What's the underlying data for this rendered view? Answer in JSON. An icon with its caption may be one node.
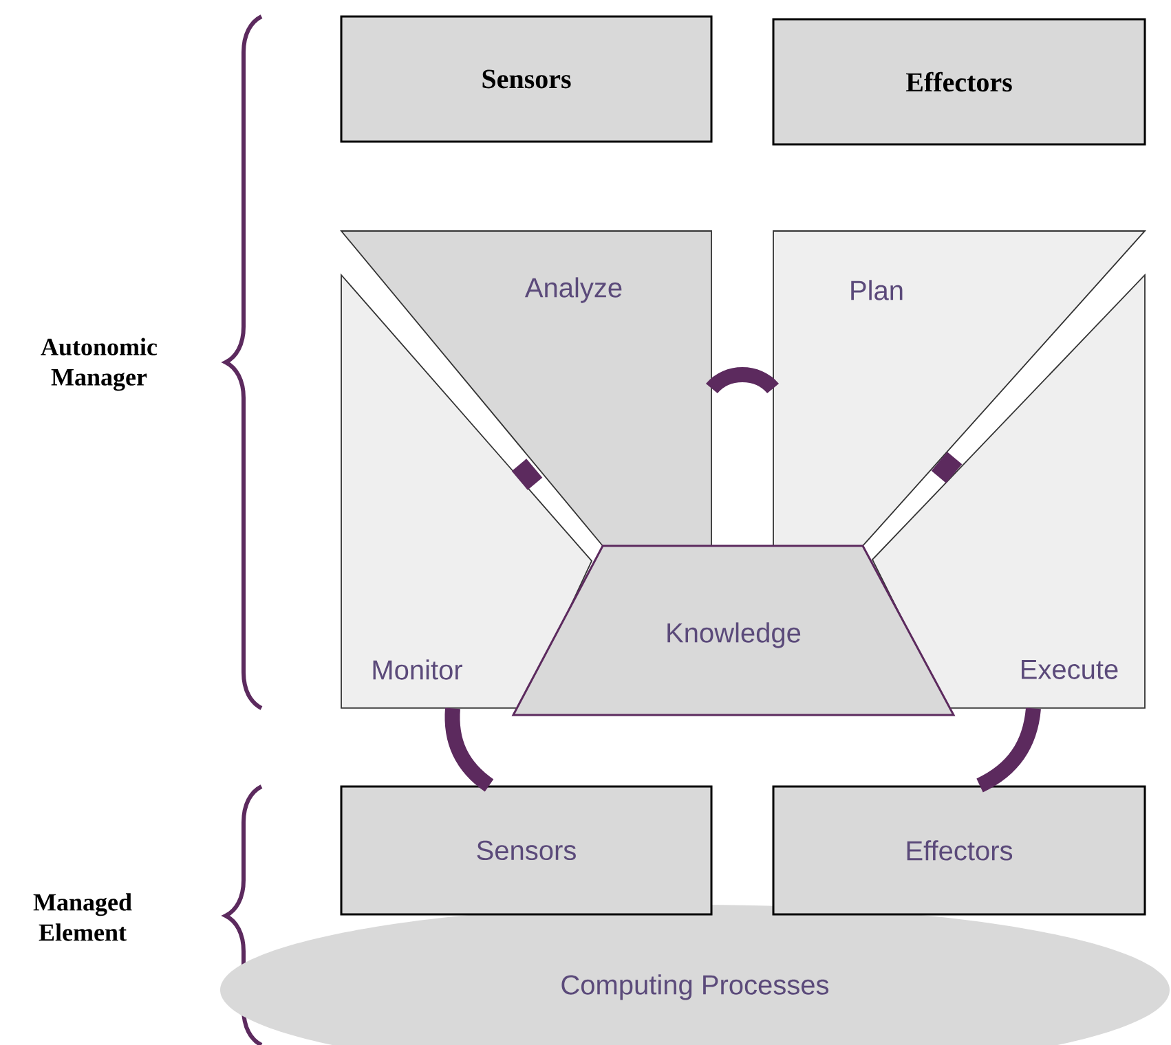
{
  "diagram": {
    "nodes": [
      {
        "text": [
          "Sensors"
        ]
      },
      {
        "text": [
          "Effectors"
        ]
      },
      {
        "text": [
          "Analyze"
        ]
      },
      {
        "text": [
          "Plan"
        ]
      },
      {
        "text": [
          "Monitor"
        ]
      },
      {
        "text": [
          "Execute"
        ]
      },
      {
        "text": [
          "Knowledge"
        ]
      },
      {
        "text": [
          "Sensors"
        ]
      },
      {
        "text": [
          "Effectors"
        ]
      },
      {
        "text": [
          "Computing Processes"
        ]
      }
    ],
    "edges": [
      {
        "from": 2,
        "to": 3,
        "arrow": "none"
      },
      {
        "from": 4,
        "to": 7,
        "arrow": "none"
      },
      {
        "from": 5,
        "to": 8,
        "arrow": "none"
      }
    ],
    "labels": [
      "Autonomic Manager",
      "Managed Element"
    ]
  }
}
